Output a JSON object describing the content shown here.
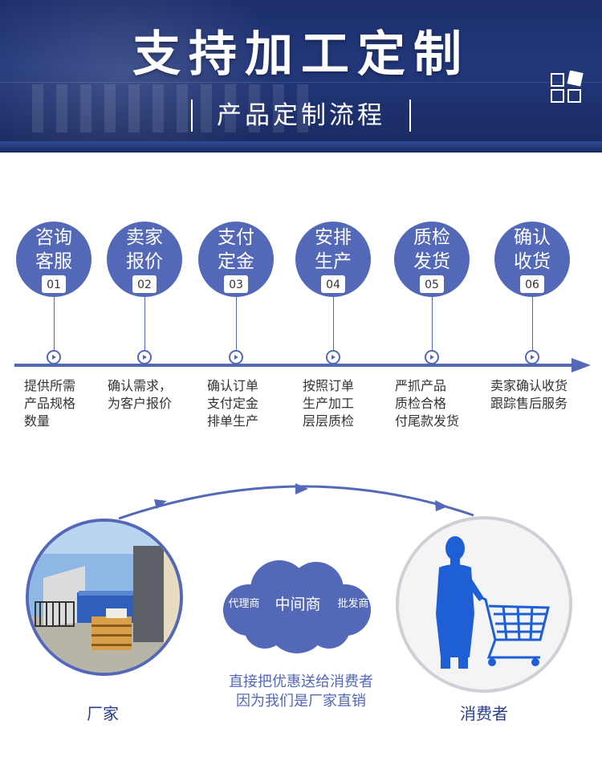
{
  "header": {
    "title": "支持加工定制",
    "subtitle": "产品定制流程"
  },
  "steps": [
    {
      "label1": "咨询",
      "label2": "客服",
      "number": "01",
      "desc1": "提供所需",
      "desc2": "产品规格",
      "desc3": "数量"
    },
    {
      "label1": "卖家",
      "label2": "报价",
      "number": "02",
      "desc1": "确认需求，",
      "desc2": "为客户报价",
      "desc3": ""
    },
    {
      "label1": "支付",
      "label2": "定金",
      "number": "03",
      "desc1": "确认订单",
      "desc2": "支付定金",
      "desc3": "排单生产"
    },
    {
      "label1": "安排",
      "label2": "生产",
      "number": "04",
      "desc1": "按照订单",
      "desc2": "生产加工",
      "desc3": "层层质检"
    },
    {
      "label1": "质检",
      "label2": "发货",
      "number": "05",
      "desc1": "严抓产品",
      "desc2": "质检合格",
      "desc3": "付尾款发货"
    },
    {
      "label1": "确认",
      "label2": "收货",
      "number": "06",
      "desc1": "卖家确认收货",
      "desc2": "跟踪售后服务",
      "desc3": ""
    }
  ],
  "middle": {
    "left": "代理商",
    "center": "中间商",
    "right": "批发商"
  },
  "note": {
    "line1": "直接把优惠送给消费者",
    "line2": "因为我们是厂家直销"
  },
  "factory_label": "厂家",
  "consumer_label": "消费者",
  "colors": {
    "accent": "#5468b8",
    "banner": "#1d2f6c",
    "label_blue": "#2a3d8f"
  }
}
